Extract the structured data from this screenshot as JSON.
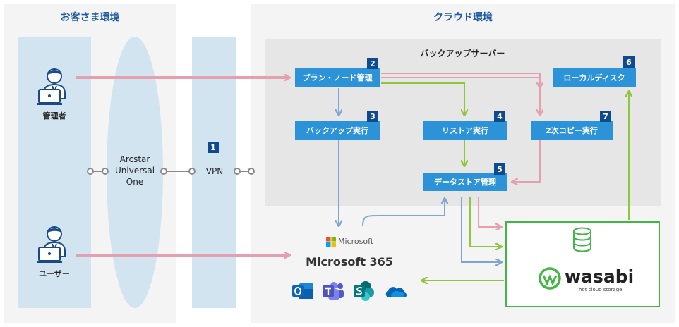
{
  "customer": {
    "title": "お客さま環境"
  },
  "cloud": {
    "title": "クラウド環境"
  },
  "server": {
    "title": "バックアップサーバー"
  },
  "users": {
    "admin": "管理者",
    "user": "ユーザー"
  },
  "network": {
    "arcstar": "Arcstar\nUniversal\nOne",
    "vpn": "VPN",
    "vpn_num": "1"
  },
  "boxes": {
    "plan": {
      "label": "プラン・ノード管理",
      "num": "2"
    },
    "backup": {
      "label": "バックアップ実行",
      "num": "3"
    },
    "restore": {
      "label": "リストア実行",
      "num": "4"
    },
    "datastore": {
      "label": "データストア管理",
      "num": "5"
    },
    "localdisk": {
      "label": "ローカルディスク",
      "num": "6"
    },
    "copy": {
      "label": "2次コピー実行",
      "num": "7"
    }
  },
  "microsoft": {
    "brand": "Microsoft",
    "product": "Microsoft 365"
  },
  "wasabi": {
    "name": "wasabi",
    "tagline": "hot cloud storage"
  },
  "colors": {
    "pink": "#e4a0ae",
    "green": "#8ec63f",
    "blue": "#7fa6d3",
    "accent": "#2d93d8",
    "badge": "#0d4a8e",
    "wasabi": "#44b547"
  }
}
